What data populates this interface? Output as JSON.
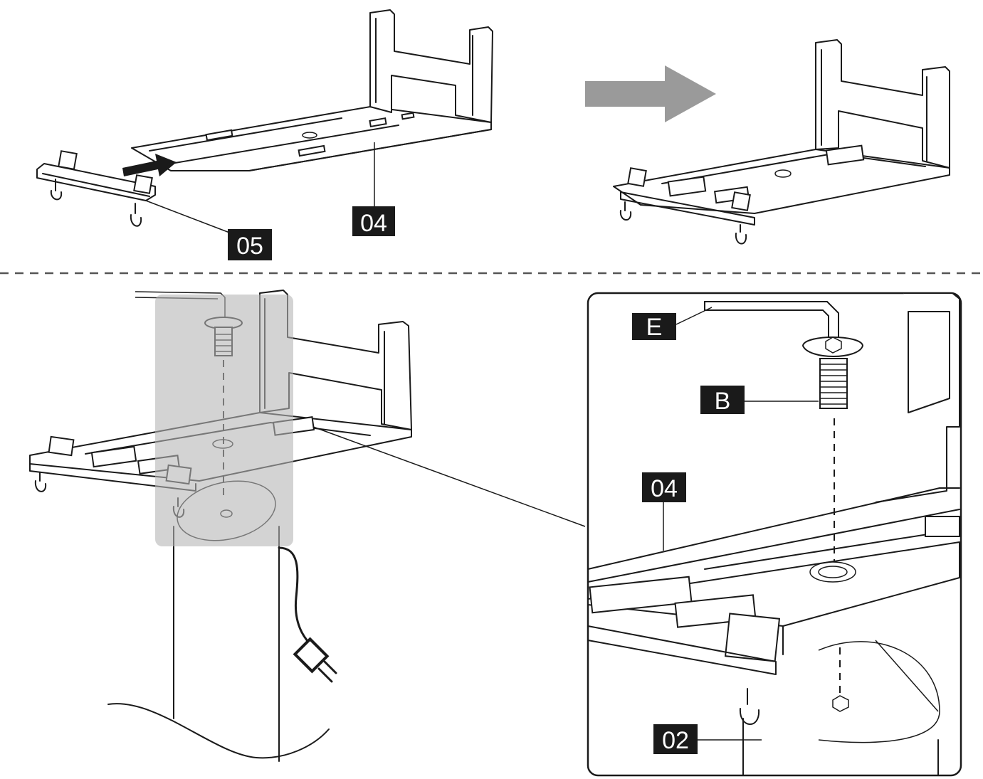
{
  "labels": {
    "part_04_top": "04",
    "part_05": "05",
    "part_E": "E",
    "part_B": "B",
    "part_04_detail": "04",
    "part_02": "02"
  },
  "colors": {
    "label_background": "#1a1a1a",
    "label_text": "#ffffff",
    "arrow_gray": "#9a9a9a",
    "highlight_gray": "#b5b5b5",
    "line": "#1a1a1a"
  },
  "icons": [
    "insert-arrow-icon",
    "step-arrow-icon",
    "hex-key-icon",
    "screw-icon",
    "power-plug-icon"
  ]
}
